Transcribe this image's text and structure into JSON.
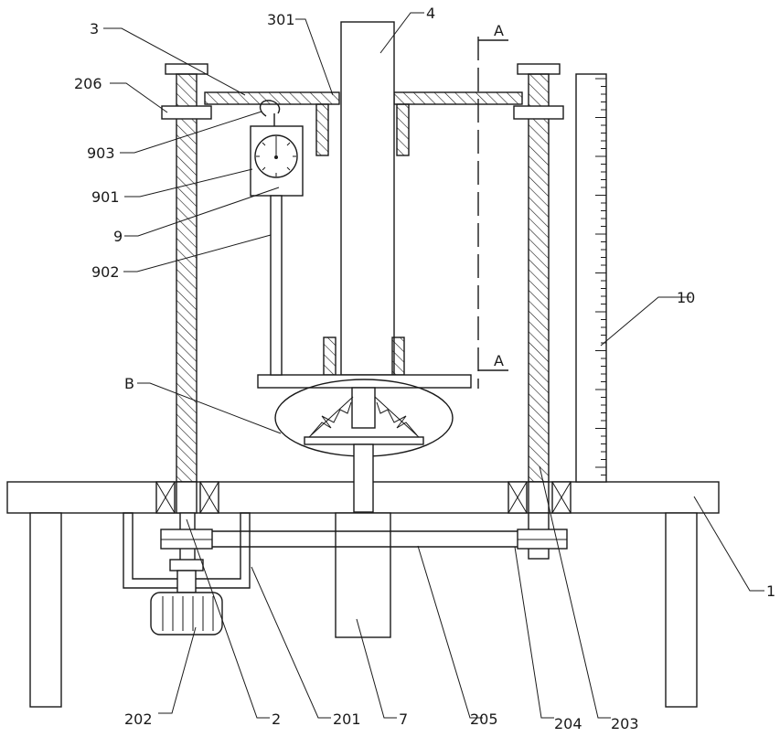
{
  "figure": {
    "labels": {
      "frame": "1",
      "threaded_rod_left": "2",
      "bracket": "201",
      "motor": "202",
      "threaded_rod_right": "203",
      "pulley": "204",
      "belt": "205",
      "nut_block": "206",
      "crossbeam": "3",
      "crossbeam_hole": "301",
      "press_column": "4",
      "base_column": "7",
      "force_gauge": "9",
      "gauge_dial": "901",
      "gauge_rod": "902",
      "gauge_hook": "903",
      "ruler": "10",
      "detail_b": "B",
      "section_a_top": "A",
      "section_a_bottom": "A"
    }
  }
}
